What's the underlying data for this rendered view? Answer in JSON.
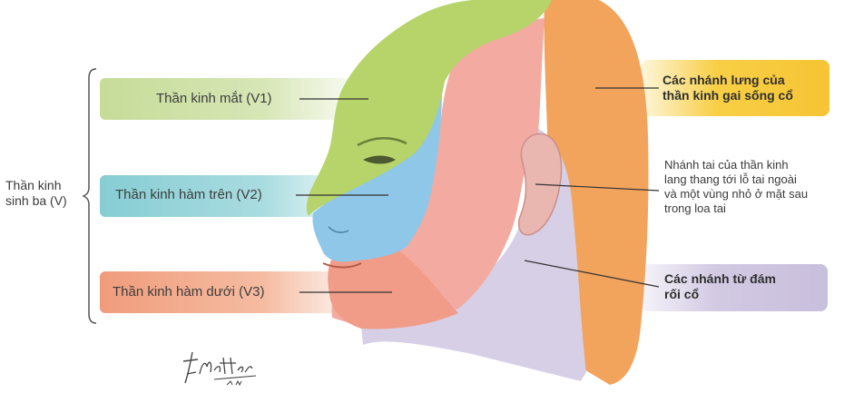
{
  "trigeminal": {
    "line1": "Thần kinh",
    "line2": "sinh ba (V)"
  },
  "v1": {
    "label": "Thần kinh mắt (V1)",
    "color": "#c9dd9a"
  },
  "v2": {
    "label": "Thần kinh hàm trên (V2)",
    "color": "#8fd0d6"
  },
  "v3": {
    "label": "Thần kinh hàm dưới (V3)",
    "color": "#f2a88a"
  },
  "dorsal": {
    "line1": "Các nhánh lưng của",
    "line2": "thần kinh gai sống cổ",
    "color": "#f6c434"
  },
  "auricular": {
    "line1": "Nhánh tai của thần kinh",
    "line2": "lang thang tới lỗ tai ngoài",
    "line3": "và một vùng nhỏ ở mặt sau",
    "line4": "trong loa tai"
  },
  "plexus": {
    "line1": "Các nhánh từ đám",
    "line2": "rối cổ",
    "color": "#cdc3df"
  },
  "signature": {
    "line1": "F. Netter",
    "line2": "M.D."
  }
}
